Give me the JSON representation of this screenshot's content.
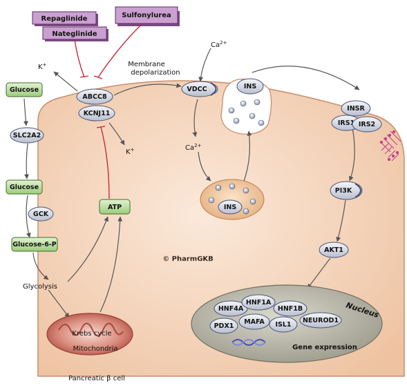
{
  "drugs": {
    "repaglinide": "Repaglinide",
    "nateglinide": "Nateglinide",
    "sulfonylurea": "Sulfonylurea"
  },
  "genes": {
    "glucose_ext": "Glucose",
    "slc2a2": "SLC2A2",
    "glucose_int": "Glucose",
    "gck": "GCK",
    "g6p": "Glucose-6-P",
    "abcc8": "ABCC8",
    "kcnj11": "KCNJ11",
    "atp": "ATP",
    "vdcc": "VDCC",
    "ins_secreted": "INS",
    "ins_vesicle": "INS",
    "insr": "INSR",
    "irs1": "IRS1",
    "irs2": "IRS2",
    "pi3k": "PI3K",
    "akt1": "AKT1",
    "hnf4a": "HNF4A",
    "hnf1a": "HNF1A",
    "hnf1b": "HNF1B",
    "pdx1": "PDX1",
    "mafa": "MAFA",
    "isl1": "ISL1",
    "neurod1": "NEUROD1"
  },
  "labels": {
    "k_out_base": "K",
    "k_out_sup": "+",
    "k_in_base": "K",
    "k_in_sup": "+",
    "ca_out_base": "Ca",
    "ca_out_sup": "2+",
    "ca_in_base": "Ca",
    "ca_in_sup": "2+",
    "membrane_line1": "Membrane",
    "membrane_line2": "depolarization",
    "glycolysis": "Glycolysis",
    "krebs": "Krebs cycle",
    "mitochondria": "Mitochondria",
    "nucleus": "Nucleus",
    "gene_expression": "Gene expression",
    "watermark": "© PharmGKB",
    "cell_label": "Pancreatic β cell"
  },
  "colors": {
    "cell_fill": "#f3d3b7",
    "cell_stroke": "#c98c6c",
    "drug_fill": "#c9a0cf",
    "drug_stroke": "#5a2b63",
    "gene_fill": "#d8dce6",
    "gene_stroke": "#4a5270",
    "green_fill": "#bfe0a5",
    "nucleus_fill": "#c3c1b2",
    "mito_fill": "#c96a60",
    "inhibit": "#c8202c",
    "arrow": "#555555"
  }
}
